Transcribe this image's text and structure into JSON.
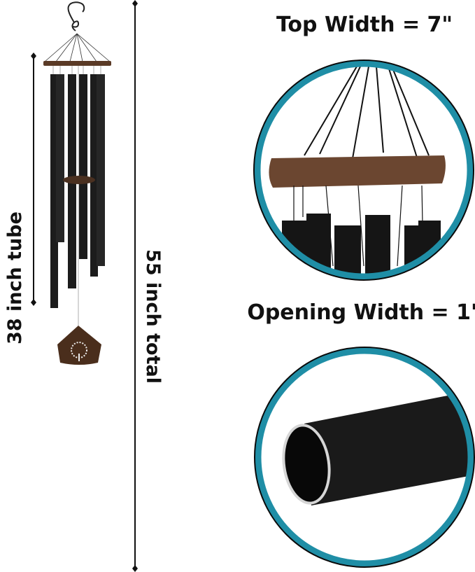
{
  "labels": {
    "tube_length": "38 inch tube",
    "total_length": "55 inch total",
    "top_width": "Top Width = 7\"",
    "opening_width": "Opening Width = 1\""
  },
  "colors": {
    "ring": "#1f8ea6",
    "ring_edge": "#0a0a0a",
    "tube": "#1c1c1c",
    "wood": "#5a3a26",
    "text": "#111111"
  },
  "icons": [
    "hook",
    "wind-chime",
    "tree-of-life-pendant",
    "dimension-arrow"
  ]
}
